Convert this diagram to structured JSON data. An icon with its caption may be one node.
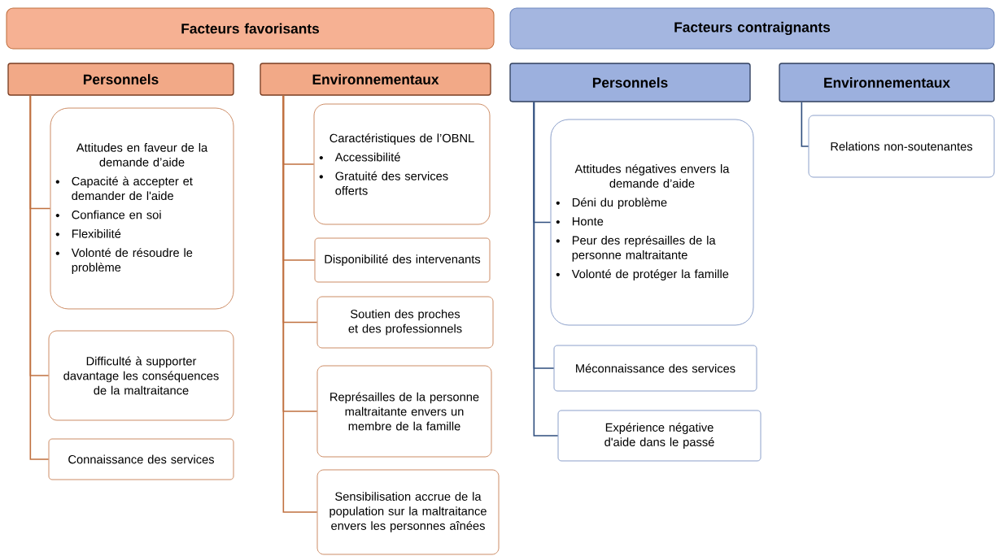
{
  "diagram": {
    "nodes": [
      {
        "text": [
          "Facteurs favorisants"
        ]
      },
      {
        "text": [
          "Facteurs contraignants"
        ]
      },
      {
        "text": [
          "Personnels"
        ]
      },
      {
        "text": [
          "Environnementaux"
        ]
      },
      {
        "text": [
          "Personnels"
        ]
      },
      {
        "text": [
          "Environnementaux"
        ]
      },
      {
        "text": [
          "Attitudes en faveur de la demande d’aide",
          "Capacité à accepter et demander de l'aide",
          "Confiance en soi",
          "Flexibilité",
          "Volonté de résoudre le problème"
        ]
      },
      {
        "text": [
          "Difficulté à supporter davantage les conséquences de la maltraitance"
        ]
      },
      {
        "text": [
          "Connaissance des services"
        ]
      },
      {
        "text": [
          "Caractéristiques de l’OBNL",
          "Accessibilité",
          "Gratuité des services offerts"
        ]
      },
      {
        "text": [
          "Disponibilité des intervenants"
        ]
      },
      {
        "text": [
          "Soutien des proches et des professionnels"
        ]
      },
      {
        "text": [
          "Représailles de la personne maltraitante envers un membre de la famille"
        ]
      },
      {
        "text": [
          "Sensibilisation accrue de la population sur la maltraitance envers les personnes aînées"
        ]
      },
      {
        "text": [
          "Attitudes négatives envers la demande d’aide",
          "Déni du problème",
          "Honte",
          "Peur des représailles de la personne maltraitante",
          "Volonté de protéger la famille"
        ]
      },
      {
        "text": [
          "Méconnaissance des services"
        ]
      },
      {
        "text": [
          "Expérience négative d'aide dans le passé"
        ]
      },
      {
        "text": [
          "Relations non-soutenantes"
        ]
      }
    ],
    "edges": [
      {
        "from": 2,
        "to": 6,
        "arrow": "none"
      },
      {
        "from": 2,
        "to": 7,
        "arrow": "none"
      },
      {
        "from": 2,
        "to": 8,
        "arrow": "none"
      },
      {
        "from": 3,
        "to": 9,
        "arrow": "none"
      },
      {
        "from": 3,
        "to": 10,
        "arrow": "none"
      },
      {
        "from": 3,
        "to": 11,
        "arrow": "none"
      },
      {
        "from": 3,
        "to": 12,
        "arrow": "none"
      },
      {
        "from": 3,
        "to": 13,
        "arrow": "none"
      },
      {
        "from": 4,
        "to": 14,
        "arrow": "none",
        "color": "#2f4e7e"
      },
      {
        "from": 4,
        "to": 15,
        "arrow": "none",
        "color": "#2f4e7e"
      },
      {
        "from": 4,
        "to": 16,
        "arrow": "none",
        "color": "#2f4e7e"
      },
      {
        "from": 5,
        "to": 17,
        "arrow": "none",
        "color": "#2f4e7e"
      }
    ]
  }
}
